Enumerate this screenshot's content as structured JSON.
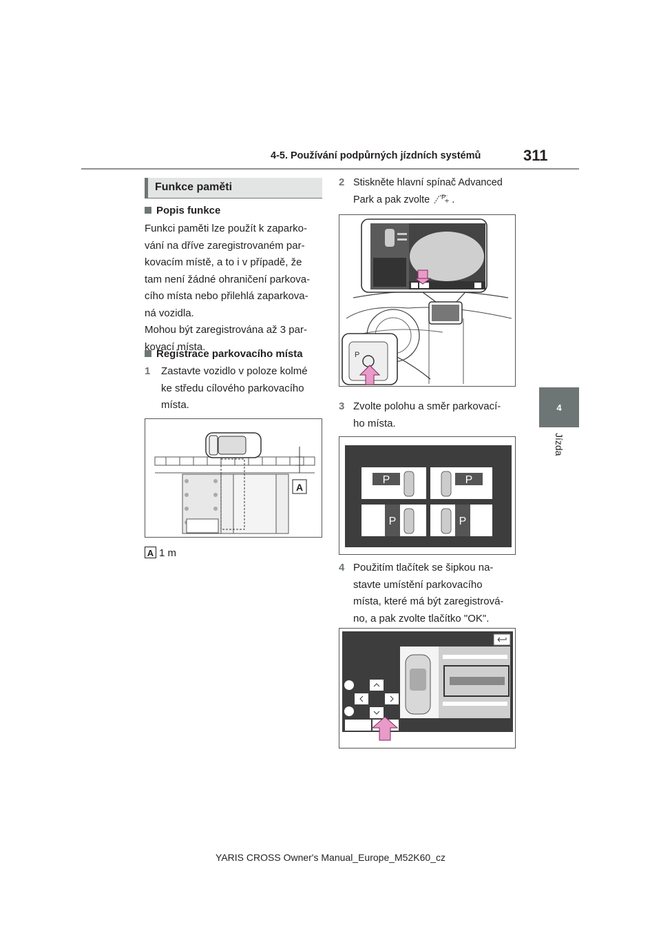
{
  "header": {
    "section_title": "4-5. Používání podpůrných jízdních systémů",
    "page_number": "311"
  },
  "side_tab": {
    "number": "4",
    "label": "Jízda"
  },
  "left": {
    "section_heading": "Funkce paměti",
    "sub1": "Popis funkce",
    "para1": [
      "Funkci paměti lze použít k zaparko-",
      "vání na dříve zaregistrovaném par-",
      "kovacím místě, a to i v případě, že",
      "tam není žádné ohraničení parkova-",
      "cího místa nebo přilehlá zaparkova-",
      "ná vozidla.",
      "Mohou být zaregistrována až 3 par-",
      "kovací místa."
    ],
    "sub2": "Registrace parkovacího místa",
    "step1_num": "1",
    "step1": [
      "Zastavte vozidlo v poloze kolmé",
      "ke středu cílového parkovacího",
      "místa."
    ],
    "fig_label": "A",
    "caption_text": "1 m"
  },
  "right": {
    "step2_num": "2",
    "step2": [
      "Stiskněte hlavní spínač Advanced",
      "Park a pak zvolte"
    ],
    "step2_end": ".",
    "fig2_p": "P",
    "step3_num": "3",
    "step3": [
      "Zvolte polohu a směr parkovací-",
      "ho místa."
    ],
    "fig3_p": "P",
    "step4_num": "4",
    "step4": [
      "Použitím tlačítek se šipkou na-",
      "stavte umístění parkovacího",
      "místa, které má být zaregistrová-",
      "no, a pak zvolte tlačítko \"OK\"."
    ]
  },
  "footer": "YARIS CROSS Owner's Manual_Europe_M52K60_cz"
}
